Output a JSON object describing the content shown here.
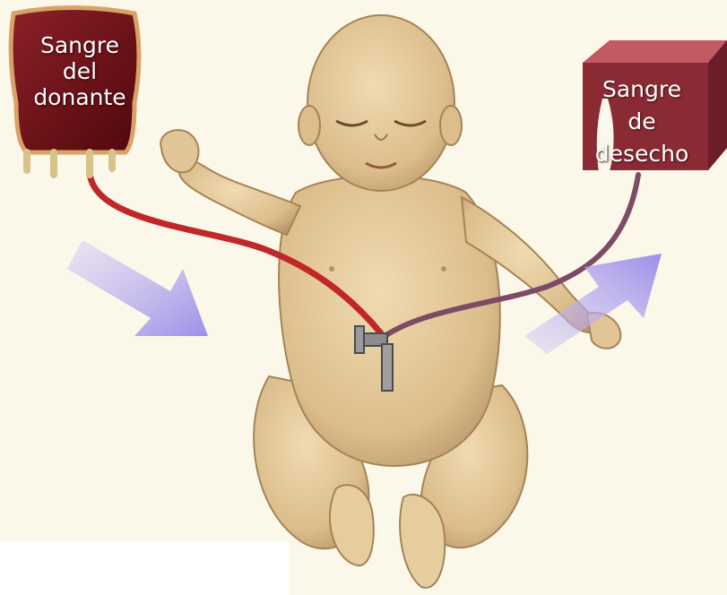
{
  "donor_bag": {
    "lines": [
      "Sangre",
      "del",
      "donante"
    ],
    "color": "#6e1016"
  },
  "waste_box": {
    "lines": [
      "Sangre",
      "de",
      "desecho"
    ],
    "color": "#8a2a35"
  },
  "colors": {
    "background": "#fbf8ea",
    "inflow_tube": "#c0262a",
    "outflow_tube": "#7d4b66",
    "arrows": "#b3a6ef",
    "skin": "#e2c597"
  }
}
